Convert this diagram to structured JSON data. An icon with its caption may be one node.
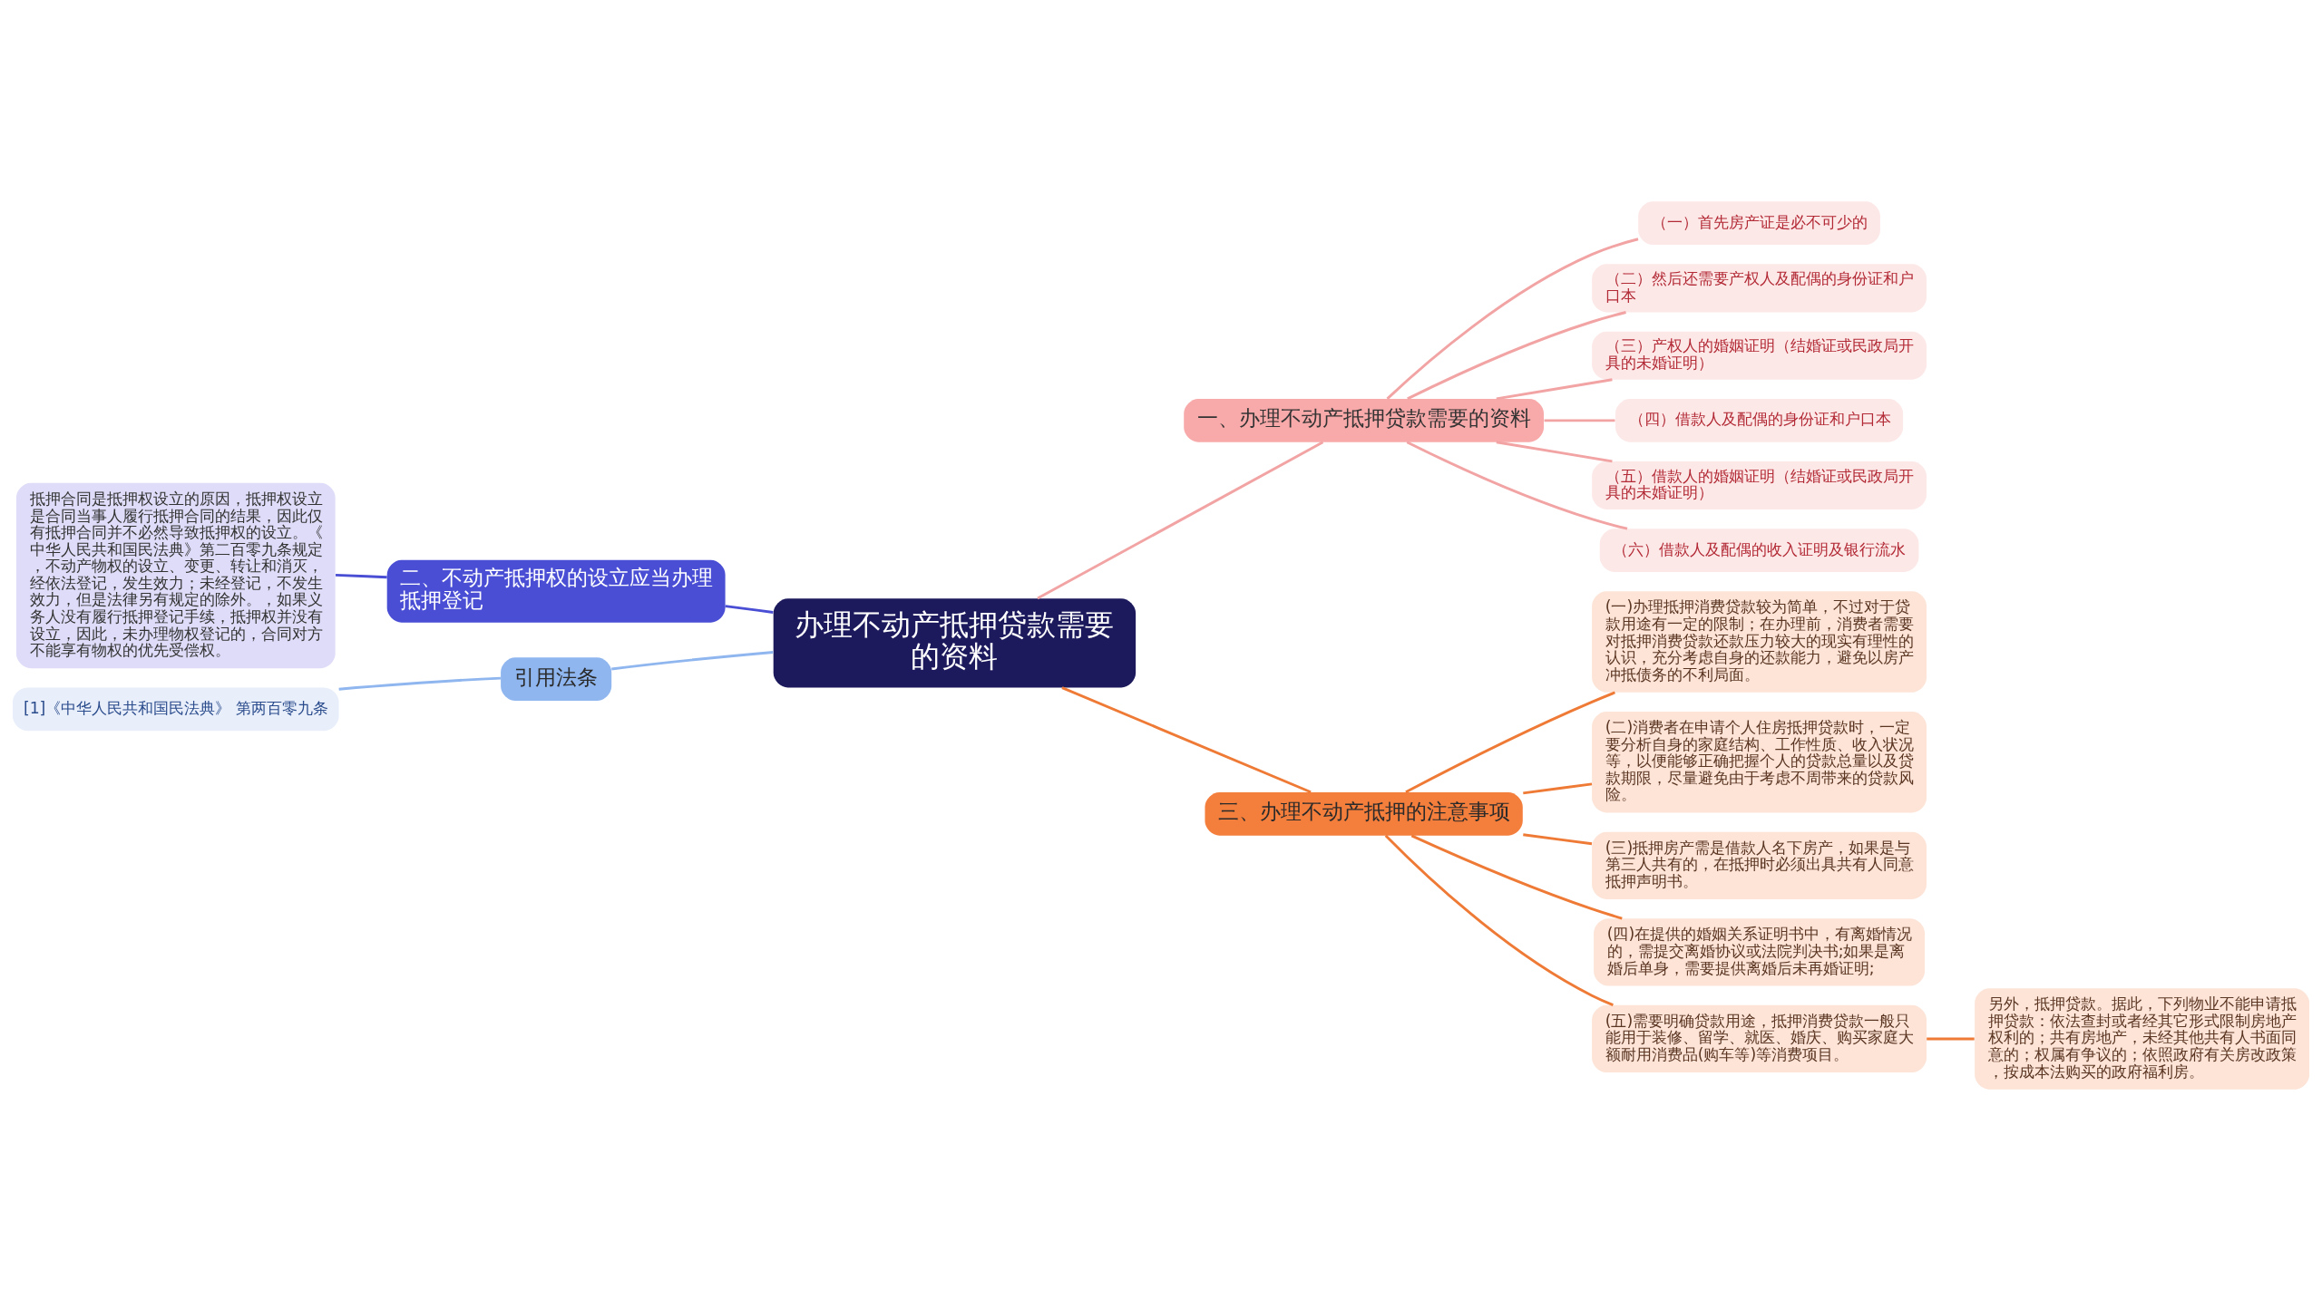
{
  "diagram": {
    "nodes": [
      {
        "text": [
          "办理不动产抵押贷款需要的资料"
        ]
      },
      {
        "text": [
          "一、办理不动产抵押贷款需要的资料"
        ]
      },
      {
        "text": [
          "（一）首先房产证是必不可少的"
        ]
      },
      {
        "text": [
          "（二）然后还需要产权人及配偶的身份证和户口本"
        ]
      },
      {
        "text": [
          "（三）产权人的婚姻证明（结婚证或民政局开具的未婚证明）"
        ]
      },
      {
        "text": [
          "（四）借款人及配偶的身份证和户口本"
        ]
      },
      {
        "text": [
          "（五）借款人的婚姻证明（结婚证或民政局开具的未婚证明）"
        ]
      },
      {
        "text": [
          "（六）借款人及配偶的收入证明及银行流水"
        ]
      },
      {
        "text": [
          "三、办理不动产抵押的注意事项"
        ]
      },
      {
        "text": [
          "(一)办理抵押消费贷款较为简单，不过对于贷款用途有一定的限制；在办理前，消费者需要对抵押消费贷款还款压力较大的现实有理性的认识，充分考虑自身的还款能力，避免以房产冲抵债务的不利局面。"
        ]
      },
      {
        "text": [
          "(二)消费者在申请个人住房抵押贷款时，一定要分析自身的家庭结构、工作性质、收入状况等，以便能够正确把握个人的贷款总量以及贷款期限，尽量避免由于考虑不周带来的贷款风险。"
        ]
      },
      {
        "text": [
          "(三)抵押房产需是借款人名下房产，如果是与第三人共有的，在抵押时必须出具共有人同意抵押声明书。"
        ]
      },
      {
        "text": [
          "(四)在提供的婚姻关系证明书中，有离婚情况的，需提交离婚协议或法院判决书;如果是离婚后单身，需要提供离婚后未再婚证明;"
        ]
      },
      {
        "text": [
          "(五)需要明确贷款用途，抵押消费贷款一般只能用于装修、留学、就医、婚庆、购买家庭大额耐用消费品(购车等)等消费项目。"
        ]
      },
      {
        "text": [
          "另外，抵押贷款。据此，下列物业不能申请抵押贷款：依法查封或者经其它形式限制房地产权利的；共有房地产，未经其他共有人书面同意的；权属有争议的；依照政府有关房改政策，按成本法购买的政府福利房。"
        ]
      },
      {
        "text": [
          "二、不动产抵押权的设立应当办理抵押登记"
        ]
      },
      {
        "text": [
          "抵押合同是抵押权设立的原因，抵押权设立是合同当事人履行抵押合同的结果，因此仅有抵押合同并不必然导致抵押权的设立。《中华人民共和国民法典》第二百零九条规定，不动产物权的设立、变更、转让和消灭，经依法登记，发生效力；未经登记，不发生效力，但是法律另有规定的除外。，如果义务人没有履行抵押登记手续，抵押权并没有设立，因此，未办理物权登记的，合同对方不能享有物权的优先受偿权。"
        ]
      },
      {
        "text": [
          "引用法条"
        ]
      },
      {
        "text": [
          "[1]《中华人民共和国民法典》 第两百零九条"
        ]
      }
    ],
    "edges": [
      {
        "from": 0,
        "to": 1,
        "arrow": "none",
        "color": "#f2a3a3"
      },
      {
        "from": 1,
        "to": 2,
        "arrow": "none",
        "color": "#f2a3a3"
      },
      {
        "from": 1,
        "to": 3,
        "arrow": "none",
        "color": "#f2a3a3"
      },
      {
        "from": 1,
        "to": 4,
        "arrow": "none",
        "color": "#f2a3a3"
      },
      {
        "from": 1,
        "to": 5,
        "arrow": "none",
        "color": "#f2a3a3"
      },
      {
        "from": 1,
        "to": 6,
        "arrow": "none",
        "color": "#f2a3a3"
      },
      {
        "from": 1,
        "to": 7,
        "arrow": "none",
        "color": "#f2a3a3"
      },
      {
        "from": 0,
        "to": 8,
        "arrow": "none",
        "color": "#ee7a36"
      },
      {
        "from": 8,
        "to": 9,
        "arrow": "none",
        "color": "#ee7a36"
      },
      {
        "from": 8,
        "to": 10,
        "arrow": "none",
        "color": "#ee7a36"
      },
      {
        "from": 8,
        "to": 11,
        "arrow": "none",
        "color": "#ee7a36"
      },
      {
        "from": 8,
        "to": 12,
        "arrow": "none",
        "color": "#ee7a36"
      },
      {
        "from": 8,
        "to": 13,
        "arrow": "none",
        "color": "#ee7a36"
      },
      {
        "from": 13,
        "to": 14,
        "arrow": "none",
        "color": "#ee7a36"
      },
      {
        "from": 0,
        "to": 15,
        "arrow": "none",
        "color": "#4a4ed4"
      },
      {
        "from": 15,
        "to": 16,
        "arrow": "none",
        "color": "#4a4ed4"
      },
      {
        "from": 0,
        "to": 17,
        "arrow": "none",
        "color": "#8fb6ef"
      },
      {
        "from": 17,
        "to": 18,
        "arrow": "none",
        "color": "#8fb6ef"
      }
    ]
  }
}
